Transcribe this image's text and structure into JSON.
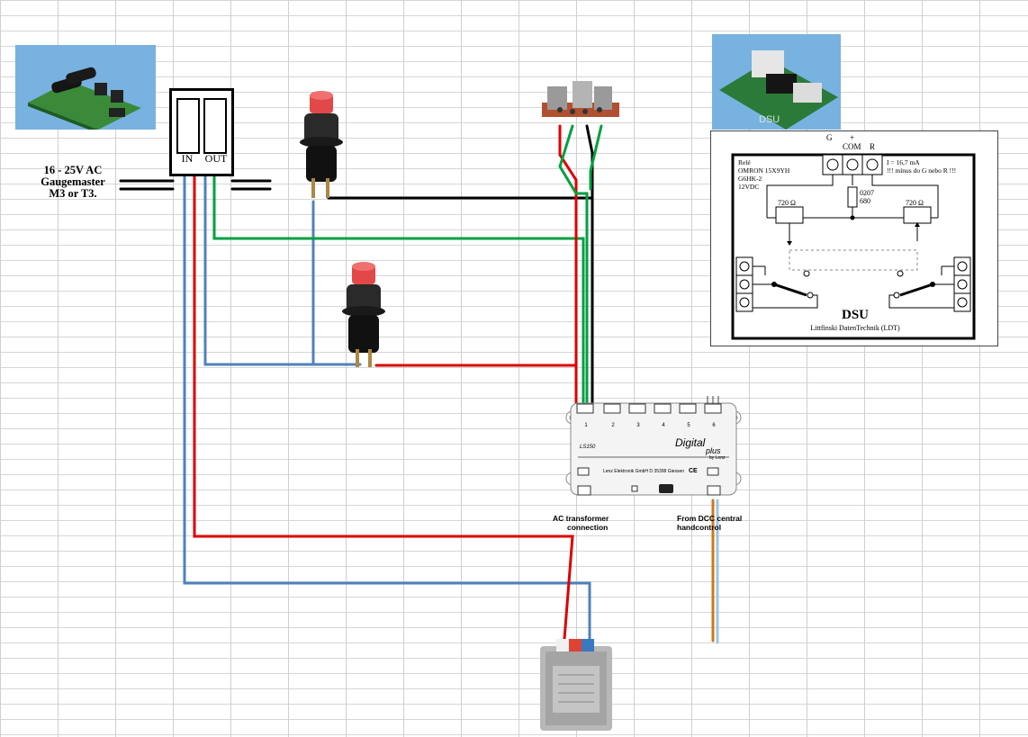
{
  "supply": {
    "line1": "16 - 25V AC",
    "line2": "Gaugemaster",
    "line3": "M3 or T3."
  },
  "reverser": {
    "in_label": "IN",
    "out_label": "OUT"
  },
  "ls150": {
    "model": "LS150",
    "brand": "Digital",
    "brand2": "plus",
    "brand_sub": "by Lenz",
    "maker": "Lenz Elektronik GmbH  D 35398 Giessen",
    "ce": "CE",
    "outputs": [
      "1",
      "2",
      "3",
      "4",
      "5",
      "6"
    ],
    "ac_label_line1": "AC transformer",
    "ac_label_line2": "connection",
    "dcc_label_line1": "From DCC central",
    "dcc_label_line2": "handcontrol"
  },
  "dsu": {
    "term_g": "G",
    "term_plus": "+",
    "term_com": "COM",
    "term_r": "R",
    "relay_line1": "Relé",
    "relay_line2": "OMRON 15X9YH",
    "relay_line3": "G6HK-2",
    "relay_line4": "12VDC",
    "current_line1": "I = 16,7 mA",
    "current_line2": "!!! mínus do G nebo R !!!",
    "resistor_mid_line1": "0207",
    "resistor_mid_line2": "680",
    "resistor_left": "720 Ω",
    "resistor_right": "720 Ω",
    "title": "DSU",
    "subtitle": "Littfinski DatenTechnik (LDT)",
    "board_label": "DSU"
  },
  "colors": {
    "wire_red": "#dd0000",
    "wire_blue": "#4f81bd",
    "wire_green": "#00a040",
    "wire_black": "#000000",
    "wire_orange": "#d07818",
    "wire_lightblue": "#9cc4e8",
    "button_red": "#e24848",
    "pcb_green": "#2c7a3a",
    "photo_bg": "#78b2e0"
  }
}
